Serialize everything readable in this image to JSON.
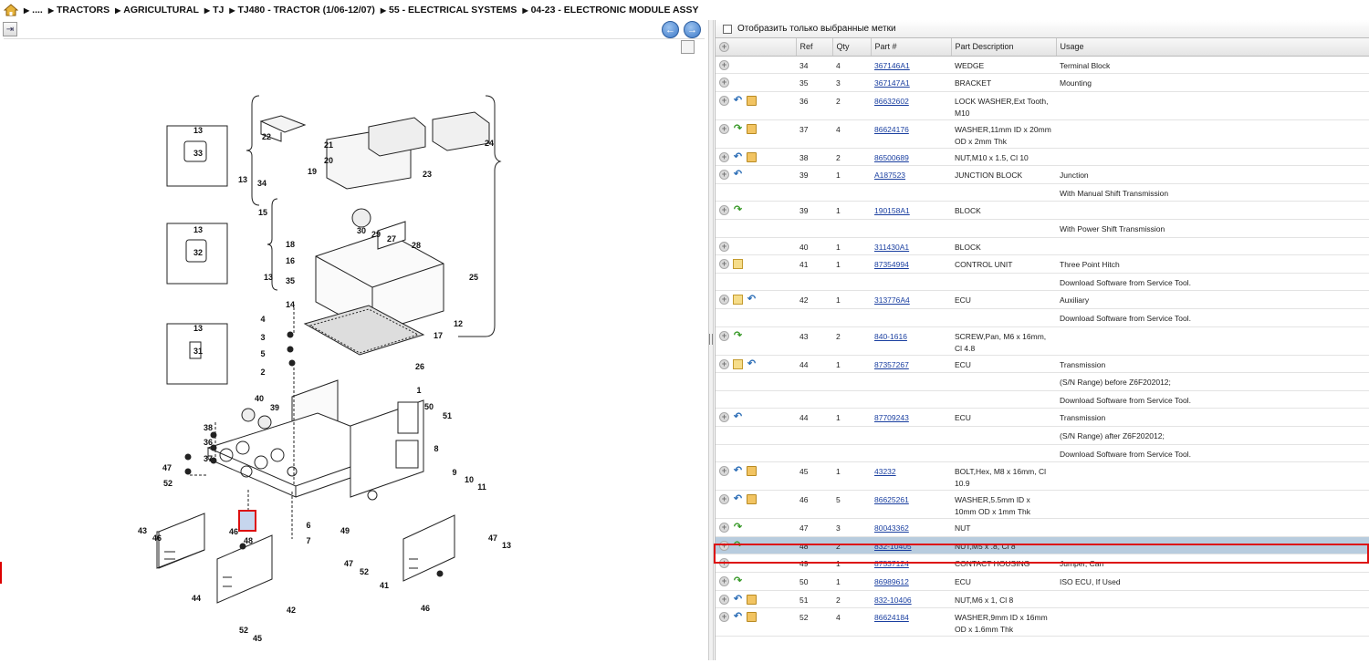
{
  "breadcrumb": [
    "....",
    "TRACTORS",
    "AGRICULTURAL",
    "TJ",
    "TJ480 - TRACTOR (1/06-12/07)",
    "55 - ELECTRICAL SYSTEMS",
    "04-23 - ELECTRONIC MODULE ASSY"
  ],
  "filter": {
    "label": "Отобразить только выбранные метки"
  },
  "columns": [
    "",
    "Ref",
    "Qty",
    "Part #",
    "Part Description",
    "Usage"
  ],
  "rows": [
    {
      "icons": [
        "add"
      ],
      "ref": "34",
      "qty": "4",
      "part": "367146A1",
      "desc": "WEDGE",
      "usage": "Terminal Block"
    },
    {
      "icons": [
        "add"
      ],
      "ref": "35",
      "qty": "3",
      "part": "367147A1",
      "desc": "BRACKET",
      "usage": "Mounting"
    },
    {
      "icons": [
        "add",
        "back",
        "box"
      ],
      "ref": "36",
      "qty": "2",
      "part": "86632602",
      "desc": "LOCK WASHER,Ext Tooth, M10",
      "usage": ""
    },
    {
      "icons": [
        "add",
        "fwd",
        "box"
      ],
      "ref": "37",
      "qty": "4",
      "part": "86624176",
      "desc": "WASHER,11mm ID x 20mm OD x 2mm Thk",
      "usage": ""
    },
    {
      "icons": [
        "add",
        "back",
        "box"
      ],
      "ref": "38",
      "qty": "2",
      "part": "86500689",
      "desc": "NUT,M10 x 1.5, Cl 10",
      "usage": ""
    },
    {
      "icons": [
        "add",
        "back"
      ],
      "ref": "39",
      "qty": "1",
      "part": "A187523",
      "desc": "JUNCTION BLOCK",
      "usage": "Junction"
    },
    {
      "icons": [],
      "ref": "",
      "qty": "",
      "part": "",
      "desc": "",
      "usage": "With Manual Shift Transmission"
    },
    {
      "icons": [
        "add",
        "fwd"
      ],
      "ref": "39",
      "qty": "1",
      "part": "190158A1",
      "desc": "BLOCK",
      "usage": ""
    },
    {
      "icons": [],
      "ref": "",
      "qty": "",
      "part": "",
      "desc": "",
      "usage": "With Power Shift Transmission"
    },
    {
      "icons": [
        "add"
      ],
      "ref": "40",
      "qty": "1",
      "part": "311430A1",
      "desc": "BLOCK",
      "usage": ""
    },
    {
      "icons": [
        "add",
        "note"
      ],
      "ref": "41",
      "qty": "1",
      "part": "87354994",
      "desc": "CONTROL UNIT",
      "usage": "Three Point Hitch"
    },
    {
      "icons": [],
      "ref": "",
      "qty": "",
      "part": "",
      "desc": "",
      "usage": "Download Software from Service Tool."
    },
    {
      "icons": [
        "add",
        "note",
        "back"
      ],
      "ref": "42",
      "qty": "1",
      "part": "313776A4",
      "desc": "ECU",
      "usage": "Auxiliary"
    },
    {
      "icons": [],
      "ref": "",
      "qty": "",
      "part": "",
      "desc": "",
      "usage": "Download Software from Service Tool."
    },
    {
      "icons": [
        "add",
        "fwd"
      ],
      "ref": "43",
      "qty": "2",
      "part": "840-1616",
      "desc": "SCREW,Pan, M6 x 16mm, Cl 4.8",
      "usage": ""
    },
    {
      "icons": [
        "add",
        "note",
        "back"
      ],
      "ref": "44",
      "qty": "1",
      "part": "87357267",
      "desc": "ECU",
      "usage": "Transmission"
    },
    {
      "icons": [],
      "ref": "",
      "qty": "",
      "part": "",
      "desc": "",
      "usage": "(S/N Range) before Z6F202012;"
    },
    {
      "icons": [],
      "ref": "",
      "qty": "",
      "part": "",
      "desc": "",
      "usage": "Download Software from Service Tool."
    },
    {
      "icons": [
        "add",
        "back"
      ],
      "ref": "44",
      "qty": "1",
      "part": "87709243",
      "desc": "ECU",
      "usage": "Transmission"
    },
    {
      "icons": [],
      "ref": "",
      "qty": "",
      "part": "",
      "desc": "",
      "usage": "(S/N Range) after Z6F202012;"
    },
    {
      "icons": [],
      "ref": "",
      "qty": "",
      "part": "",
      "desc": "",
      "usage": "Download Software from Service Tool."
    },
    {
      "icons": [
        "add",
        "back",
        "box"
      ],
      "ref": "45",
      "qty": "1",
      "part": "43232",
      "desc": "BOLT,Hex, M8 x 16mm, Cl 10.9",
      "usage": ""
    },
    {
      "icons": [
        "add",
        "back",
        "box"
      ],
      "ref": "46",
      "qty": "5",
      "part": "86625261",
      "desc": "WASHER,5.5mm ID x 10mm OD x 1mm Thk",
      "usage": ""
    },
    {
      "icons": [
        "add",
        "fwd"
      ],
      "ref": "47",
      "qty": "3",
      "part": "80043362",
      "desc": "NUT",
      "usage": ""
    },
    {
      "icons": [
        "add",
        "fwd"
      ],
      "ref": "48",
      "qty": "2",
      "part": "832-10405",
      "desc": "NUT,M5 x .8, Cl 8",
      "usage": "",
      "selected": true
    },
    {
      "icons": [
        "add"
      ],
      "ref": "49",
      "qty": "1",
      "part": "87537124",
      "desc": "CONTACT HOUSING",
      "usage": "Jumper, Can"
    },
    {
      "icons": [
        "add",
        "fwd"
      ],
      "ref": "50",
      "qty": "1",
      "part": "86989612",
      "desc": "ECU",
      "usage": "ISO ECU, If Used"
    },
    {
      "icons": [
        "add",
        "back",
        "box"
      ],
      "ref": "51",
      "qty": "2",
      "part": "832-10406",
      "desc": "NUT,M6 x 1, Cl 8",
      "usage": ""
    },
    {
      "icons": [
        "add",
        "back",
        "box"
      ],
      "ref": "52",
      "qty": "4",
      "part": "86624184",
      "desc": "WASHER,9mm ID x 16mm OD x 1.6mm Thk",
      "usage": ""
    }
  ],
  "diagram": {
    "callouts": [
      "13",
      "33",
      "13",
      "32",
      "13",
      "31",
      "22",
      "21",
      "20",
      "19",
      "23",
      "24",
      "13",
      "34",
      "15",
      "30",
      "29",
      "27",
      "28",
      "18",
      "16",
      "13",
      "35",
      "14",
      "25",
      "12",
      "17",
      "4",
      "3",
      "5",
      "2",
      "26",
      "1",
      "40",
      "39",
      "50",
      "51",
      "38",
      "36",
      "37",
      "8",
      "47",
      "52",
      "9",
      "10",
      "11",
      "43",
      "46",
      "46",
      "48",
      "6",
      "7",
      "49",
      "44",
      "42",
      "41",
      "52",
      "47",
      "52",
      "45",
      "46",
      "47",
      "13"
    ],
    "highlight_ref": "48"
  }
}
